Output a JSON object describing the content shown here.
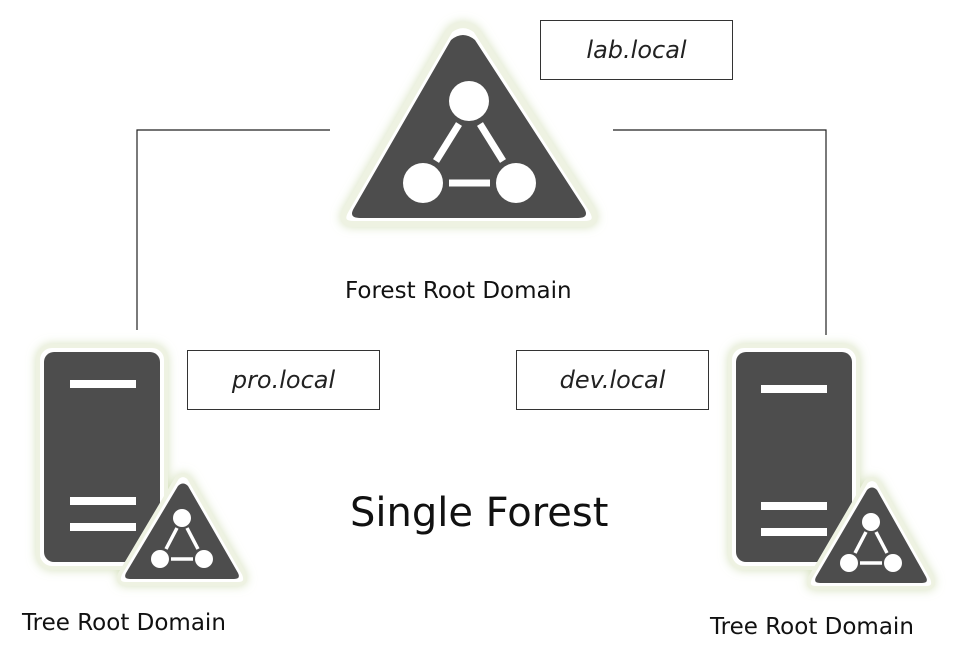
{
  "forest_root": {
    "domain_name": "lab.local",
    "caption": "Forest Root Domain"
  },
  "left_tree": {
    "domain_name": "pro.local",
    "caption": "Tree Root Domain"
  },
  "right_tree": {
    "domain_name": "dev.local",
    "caption": "Tree Root Domain"
  },
  "title": "Single Forest",
  "colors": {
    "icon_fill": "#4d4d4d",
    "icon_glow": "#dfe8cc",
    "icon_detail": "#ffffff",
    "connector": "#222222"
  },
  "icons": {
    "forest_root": "domain-triangle-icon",
    "tree_root": "server-with-domain-icon"
  }
}
